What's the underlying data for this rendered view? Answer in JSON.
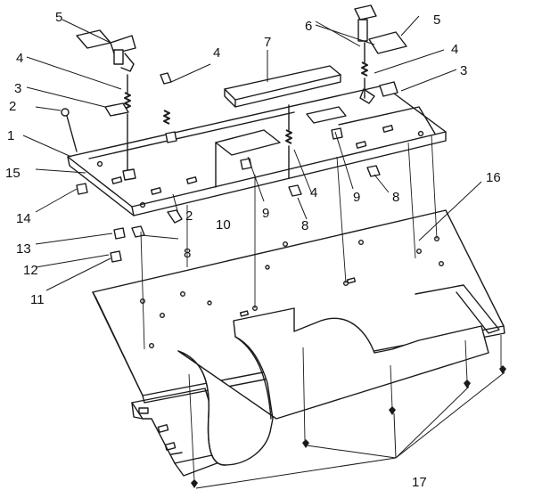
{
  "callouts": [
    {
      "id": "c1",
      "text": "1"
    },
    {
      "id": "c2a",
      "text": "2"
    },
    {
      "id": "c2b",
      "text": "2"
    },
    {
      "id": "c3a",
      "text": "3"
    },
    {
      "id": "c3b",
      "text": "3"
    },
    {
      "id": "c4a",
      "text": "4"
    },
    {
      "id": "c4b",
      "text": "4"
    },
    {
      "id": "c4c",
      "text": "4"
    },
    {
      "id": "c4d",
      "text": "4"
    },
    {
      "id": "c5a",
      "text": "5"
    },
    {
      "id": "c5b",
      "text": "5"
    },
    {
      "id": "c6",
      "text": "6"
    },
    {
      "id": "c7",
      "text": "7"
    },
    {
      "id": "c8a",
      "text": "8"
    },
    {
      "id": "c8b",
      "text": "8"
    },
    {
      "id": "c8c",
      "text": "8"
    },
    {
      "id": "c9a",
      "text": "9"
    },
    {
      "id": "c9b",
      "text": "9"
    },
    {
      "id": "c10",
      "text": "10"
    },
    {
      "id": "c11",
      "text": "11"
    },
    {
      "id": "c12",
      "text": "12"
    },
    {
      "id": "c13",
      "text": "13"
    },
    {
      "id": "c14",
      "text": "14"
    },
    {
      "id": "c15",
      "text": "15"
    },
    {
      "id": "c16",
      "text": "16"
    },
    {
      "id": "c17",
      "text": "17"
    }
  ]
}
